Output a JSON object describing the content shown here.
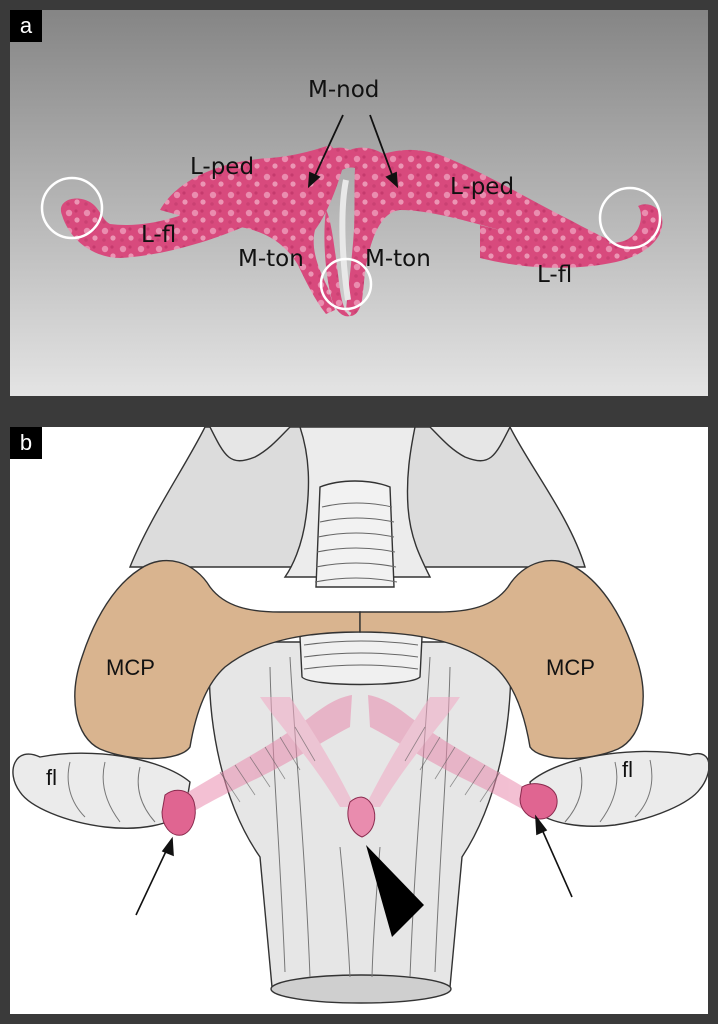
{
  "panel_a": {
    "letter": "a",
    "labels": {
      "m_nod": "M-nod",
      "l_ped_left": "L-ped",
      "l_ped_right": "L-ped",
      "l_fl_left": "L-fl",
      "l_fl_right": "L-fl",
      "m_ton_left": "M-ton",
      "m_ton_right": "M-ton"
    }
  },
  "panel_b": {
    "letter": "b",
    "labels": {
      "mcp_left": "MCP",
      "mcp_right": "MCP",
      "fl_left": "fl",
      "fl_right": "fl"
    }
  },
  "colors": {
    "tissue_pink": "#d9477b",
    "tissue_highlight": "#f2a9c4",
    "mcp_tan": "#d9b48f",
    "panel_a_bg_top": "#8a8a8a",
    "panel_a_bg_bottom": "#e2e2e2",
    "frame": "#3a3a3a"
  }
}
